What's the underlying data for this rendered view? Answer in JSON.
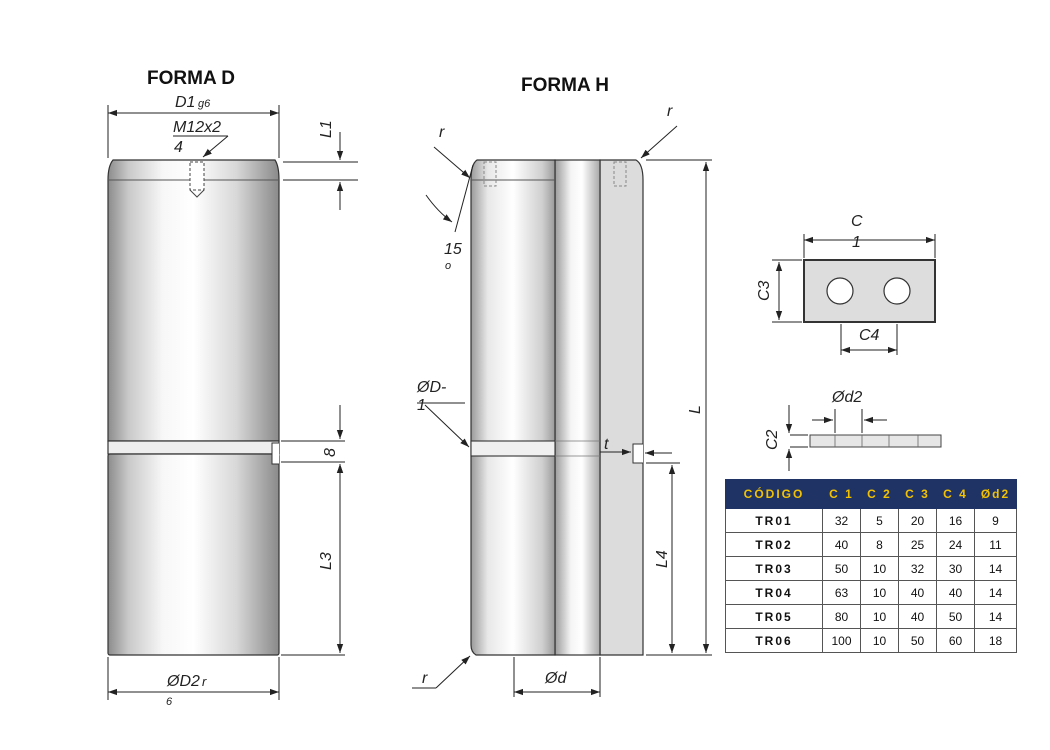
{
  "forma_d": {
    "title": "FORMA D",
    "d1": "D1",
    "d1_sub": "g6",
    "thread": "M12x2",
    "thread_depth": "4",
    "l1": "L1",
    "groove": "8",
    "l3": "L3",
    "d2": "ØD2",
    "d2_sub": "r",
    "d2_tol": "6"
  },
  "forma_h": {
    "title": "FORMA H",
    "r_top_left": "r",
    "r_top_right": "r",
    "r_bottom": "r",
    "angle": "15",
    "angle_unit": "o",
    "dd1": "ØD-",
    "dd1_sub": "1",
    "t": "t",
    "l": "L",
    "l4": "L4",
    "d": "Ød"
  },
  "plate": {
    "c1_a": "C",
    "c1_b": "1",
    "c3": "C3",
    "c4": "C4",
    "d2": "Ød2",
    "c2": "C2"
  },
  "table": {
    "headers": [
      "CÓDIGO",
      "C 1",
      "C 2",
      "C 3",
      "C 4",
      "Ød2"
    ],
    "rows": [
      [
        "TR01",
        "32",
        "5",
        "20",
        "16",
        "9"
      ],
      [
        "TR02",
        "40",
        "8",
        "25",
        "24",
        "11"
      ],
      [
        "TR03",
        "50",
        "10",
        "32",
        "30",
        "14"
      ],
      [
        "TR04",
        "63",
        "10",
        "40",
        "40",
        "14"
      ],
      [
        "TR05",
        "80",
        "10",
        "40",
        "50",
        "14"
      ],
      [
        "TR06",
        "100",
        "10",
        "50",
        "60",
        "18"
      ]
    ]
  }
}
